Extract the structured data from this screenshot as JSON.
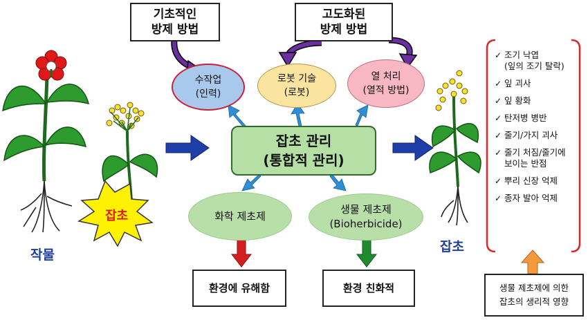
{
  "top_boxes": {
    "basic_methods": "기초적인\n방제 방법",
    "advanced_methods": "고도화된\n방제 방법"
  },
  "top_ovals": {
    "manual": "수작업\n(인력)",
    "robot": "로봇 기술\n(로봇)",
    "heat": "열 처리\n(열적 방법)"
  },
  "center": "잡초 관리\n(통합적 관리)",
  "bottom_ovals": {
    "chemical": "화학 제초제",
    "bio": "생물 제초제\n(Bioherbicide)"
  },
  "outcomes": {
    "chemical": "환경에 유해함",
    "bio": "환경 친화적"
  },
  "left": {
    "crop_label": "작물",
    "weed_burst": "잡초"
  },
  "right": {
    "weed_label": "잡초",
    "effects": [
      "조기 낙엽\n(잎의 조기 탈락)",
      "잎 괴사",
      "잎 황화",
      "탄저병 병반",
      "줄기/가지 괴사",
      "줄기 처짐/줄기에\n보이는 반점",
      "뿌리 신장 억제",
      "종자 발아 억제"
    ],
    "check_mark": "✓",
    "caption": "생물 제초제에 의한\n잡초의 생리적 영향"
  },
  "colors": {
    "manual_oval": "#a9c9ec",
    "robot_oval": "#fbe3a0",
    "heat_oval": "#f7b8c3",
    "oval_border": "#cc1f3a",
    "center_fill": "#b5dfa5",
    "blue_arrow": "#1e3fa8",
    "light_blue_arrow": "#2e8fd8",
    "purple_arrow": "#6b2fa0",
    "red_arrow": "#d21f1f",
    "green_arrow": "#1f8a2f",
    "orange_arrow": "#f39a3c",
    "bracket": "#d9272a",
    "burst_fill": "#fff200"
  }
}
